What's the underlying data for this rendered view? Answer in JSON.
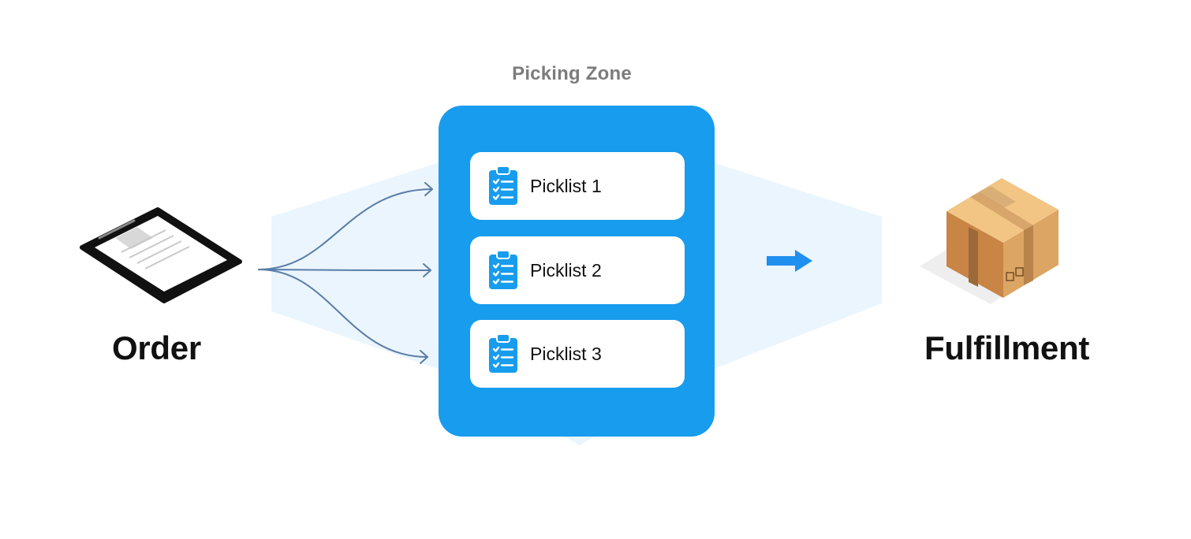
{
  "zone": {
    "title": "Picking Zone"
  },
  "order": {
    "label": "Order",
    "icon": "clipboard-tablet-icon"
  },
  "fulfillment": {
    "label": "Fulfillment",
    "icon": "cardboard-box-icon"
  },
  "picklists": [
    {
      "label": "Picklist 1",
      "icon": "clipboard-checklist-icon"
    },
    {
      "label": "Picklist 2",
      "icon": "clipboard-checklist-icon"
    },
    {
      "label": "Picklist 3",
      "icon": "clipboard-checklist-icon"
    }
  ],
  "colors": {
    "zone_blue": "#179cee",
    "halo": "#eaf5fd",
    "flow_line": "#5a7ca8",
    "arrow": "#1f8ff0",
    "box": "#d9a15f"
  }
}
